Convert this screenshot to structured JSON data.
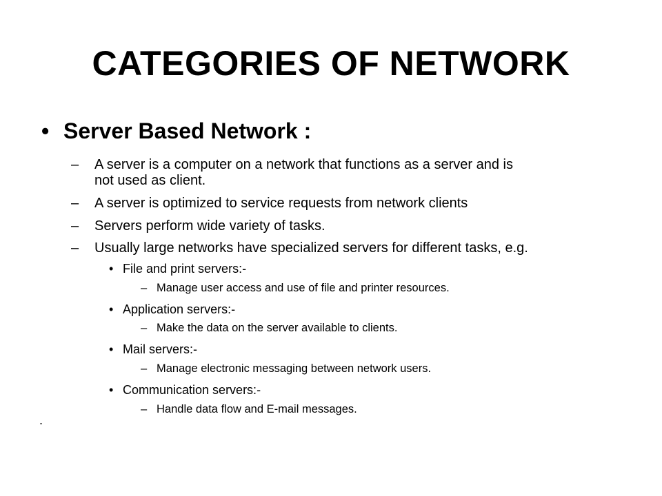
{
  "slide": {
    "title": "CATEGORIES OF NETWORK",
    "heading": "Server Based Network :",
    "points": [
      "A server is a computer on a network that functions as a server and is",
      "not used as client.",
      "A server is optimized to service requests from network clients",
      "Servers perform wide variety of tasks.",
      "Usually large networks have specialized servers for different tasks, e.g."
    ],
    "server_types": [
      {
        "name": "File and print servers:-",
        "desc": "Manage user access and use of file and printer resources."
      },
      {
        "name": "Application servers:-",
        "desc": "Make the data on the server available to clients."
      },
      {
        "name": "Mail servers:-",
        "desc": "Manage electronic messaging between network users."
      },
      {
        "name": "Communication servers:-",
        "desc": "Handle data flow and E-mail messages."
      }
    ],
    "stray_dot": "."
  }
}
